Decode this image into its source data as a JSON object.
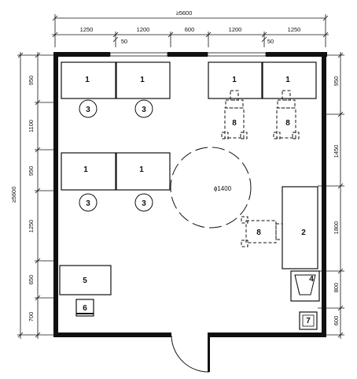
{
  "drawing": {
    "overall_width": "≥5600",
    "overall_height": "≥5600",
    "top_dims": [
      "1250",
      "1200",
      "600",
      "1200",
      "1250"
    ],
    "small_dim": "50",
    "left_dims": [
      "950",
      "1100",
      "950",
      "1250",
      "650",
      "700"
    ],
    "right_dims": [
      "950",
      "1450",
      "1800",
      "800",
      "600"
    ],
    "circle_label": "ϕ1400",
    "labels": {
      "desk": "1",
      "cabinet": "2",
      "chair": "3",
      "sink": "4",
      "table": "5",
      "stool": "6",
      "bin": "7",
      "workstation": "8"
    },
    "colors": {
      "line": "#111111",
      "paper": "#ffffff"
    }
  }
}
